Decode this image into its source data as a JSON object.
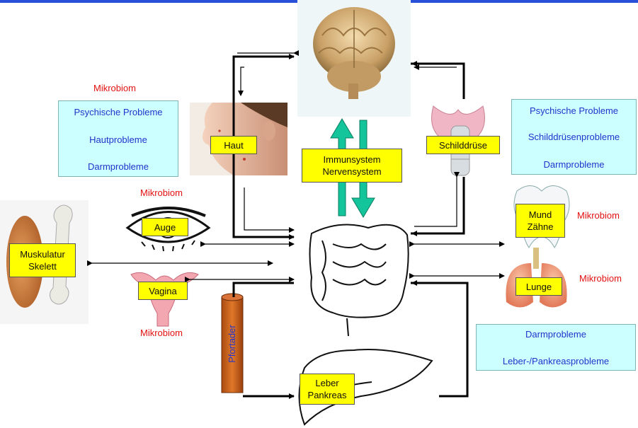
{
  "labels": {
    "haut": "Haut",
    "schilddruese": "Schilddrüse",
    "immun_line1": "Immunsystem",
    "immun_line2": "Nervensystem",
    "auge": "Auge",
    "mund_line1": "Mund",
    "mund_line2": "Zähne",
    "muskulatur_line1": "Muskulatur",
    "muskulatur_line2": "Skelett",
    "vagina": "Vagina",
    "lunge": "Lunge",
    "leber_line1": "Leber",
    "leber_line2": "Pankreas",
    "pfortader": "Pfortader"
  },
  "mikrobiom": {
    "haut": "Mikrobiom",
    "auge": "Mikrobiom",
    "vagina": "Mikrobiom",
    "mund": "Mikrobiom",
    "lunge": "Mikrobiom"
  },
  "boxes": {
    "left": [
      "Psychische Probleme",
      "Hautprobleme",
      "Darmprobleme"
    ],
    "right": [
      "Psychische Probleme",
      "Schilddrüsenprobleme",
      "Darmprobleme"
    ],
    "bottom_right": [
      "Darmprobleme",
      "Leber-/Pankreasprobleme"
    ]
  },
  "colors": {
    "label_bg": "#ffff00",
    "box_bg": "#ccffff",
    "box_text": "#2233cc",
    "mikrobiom": "#e31010",
    "arrow_green": "#14c49a",
    "header_bar": "#2a4fd8"
  }
}
